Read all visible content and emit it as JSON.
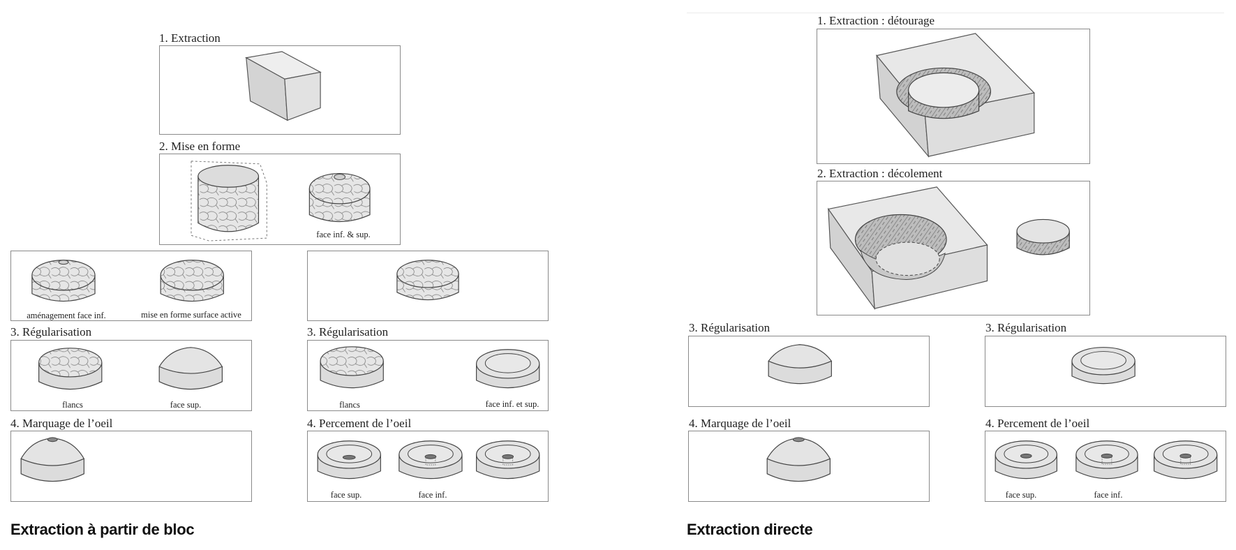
{
  "left": {
    "title": "Extraction à partir de bloc",
    "step1": "1. Extraction",
    "step2": "2.  Mise en forme",
    "step2_cap": "face inf. & sup.",
    "prep_cap_a": "aménagement face inf.",
    "prep_cap_b": "mise en forme surface active",
    "reg_a": "3. Régularisation",
    "reg_a_cap1": "flancs",
    "reg_a_cap2": "face sup.",
    "reg_b": "3. Régularisation",
    "reg_b_cap1": "flancs",
    "reg_b_cap2": "face inf. et sup.",
    "step4_a": "4. Marquage de l’oeil",
    "step4_b": "4. Percement de l’oeil",
    "perc_cap1": "face sup.",
    "perc_cap2": "face inf."
  },
  "right": {
    "title": "Extraction directe",
    "step1": "1. Extraction : détourage",
    "step2": "2.  Extraction : décolement",
    "reg_a": "3. Régularisation",
    "reg_b": "3. Régularisation",
    "step4_a": "4. Marquage de l’oeil",
    "step4_b": "4. Percement de l’oeil",
    "perc_cap1": "face sup.",
    "perc_cap2": "face inf."
  }
}
